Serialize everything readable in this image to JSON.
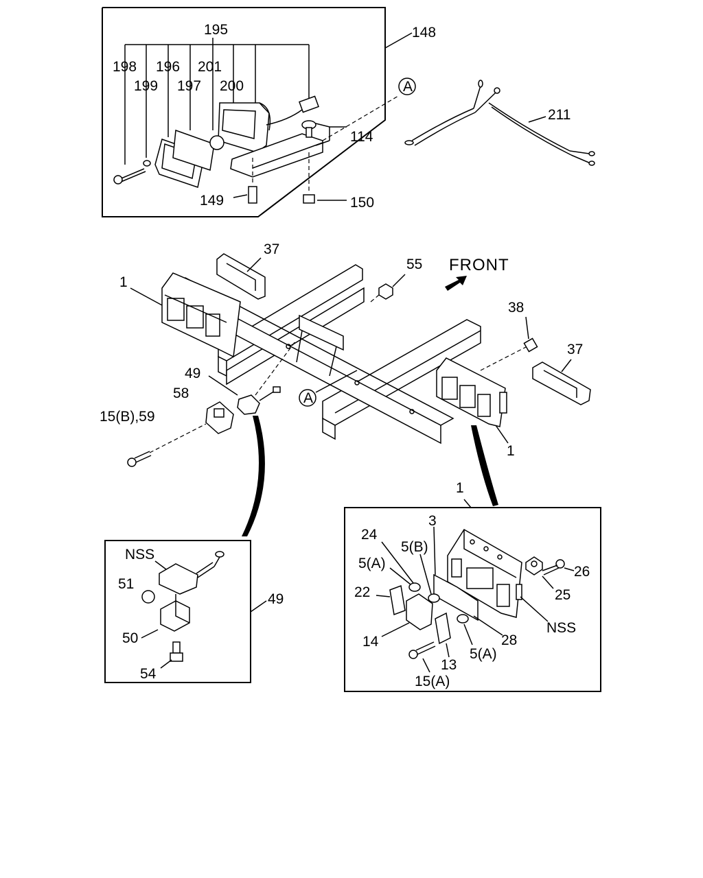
{
  "diagram": {
    "front_label": "FRONT",
    "callouts": {
      "c195": "195",
      "c148": "148",
      "c198": "198",
      "c196": "196",
      "c201": "201",
      "c199": "199",
      "c197": "197",
      "c200": "200",
      "cA1": "A",
      "c114": "114",
      "c149": "149",
      "c150": "150",
      "c211": "211",
      "c37a": "37",
      "c55": "55",
      "c1a": "1",
      "c38": "38",
      "c37b": "37",
      "c49a": "49",
      "c58": "58",
      "c15b59": "15(B),59",
      "cA2": "A",
      "c1b": "1",
      "cNSSa": "NSS",
      "c51": "51",
      "c49b": "49",
      "c50": "50",
      "c54": "54",
      "c1c": "1",
      "c3": "3",
      "c24": "24",
      "c5b": "5(B)",
      "c5a1": "5(A)",
      "c22": "22",
      "c14": "14",
      "c26": "26",
      "c25": "25",
      "cNSSb": "NSS",
      "c28": "28",
      "c5a2": "5(A)",
      "c13": "13",
      "c15a": "15(A)"
    }
  }
}
